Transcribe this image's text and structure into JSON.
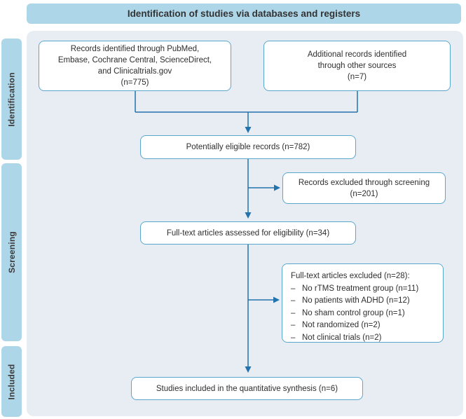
{
  "header": {
    "title": "Identification of studies via databases and registers"
  },
  "sidebar": {
    "stages": [
      "Identification",
      "Screening",
      "Included"
    ]
  },
  "flow": {
    "databases": {
      "lines": [
        "Records identified through PubMed,",
        "Embase, Cochrane Central, ScienceDirect,",
        "and Clinicaltrials.gov",
        "(n=775)"
      ]
    },
    "other_sources": {
      "lines": [
        "Additional records identified",
        "through other sources",
        "(n=7)"
      ]
    },
    "eligible": {
      "text": "Potentially eligible records (n=782)"
    },
    "excluded_screening": {
      "lines": [
        "Records excluded through screening",
        "(n=201)"
      ]
    },
    "fulltext_assessed": {
      "text": "Full-text articles assessed for eligibility (n=34)"
    },
    "fulltext_excluded": {
      "title": "Full-text articles excluded (n=28):",
      "bullet": "–",
      "items": [
        "No rTMS treatment group (n=11)",
        "No patients with ADHD (n=12)",
        "No sham control group (n=1)",
        "Not randomized (n=2)",
        "Not clinical trials (n=2)"
      ]
    },
    "included": {
      "text": "Studies included in the quantitative synthesis (n=6)"
    }
  },
  "colors": {
    "header_bg": "#aed6e9",
    "sidebar_bg": "#aed6e9",
    "panel_bg": "#e8edf3",
    "box_border": "#5aa7cd",
    "box_bg": "#ffffff",
    "arrow": "#2273ac",
    "text": "#333333"
  }
}
